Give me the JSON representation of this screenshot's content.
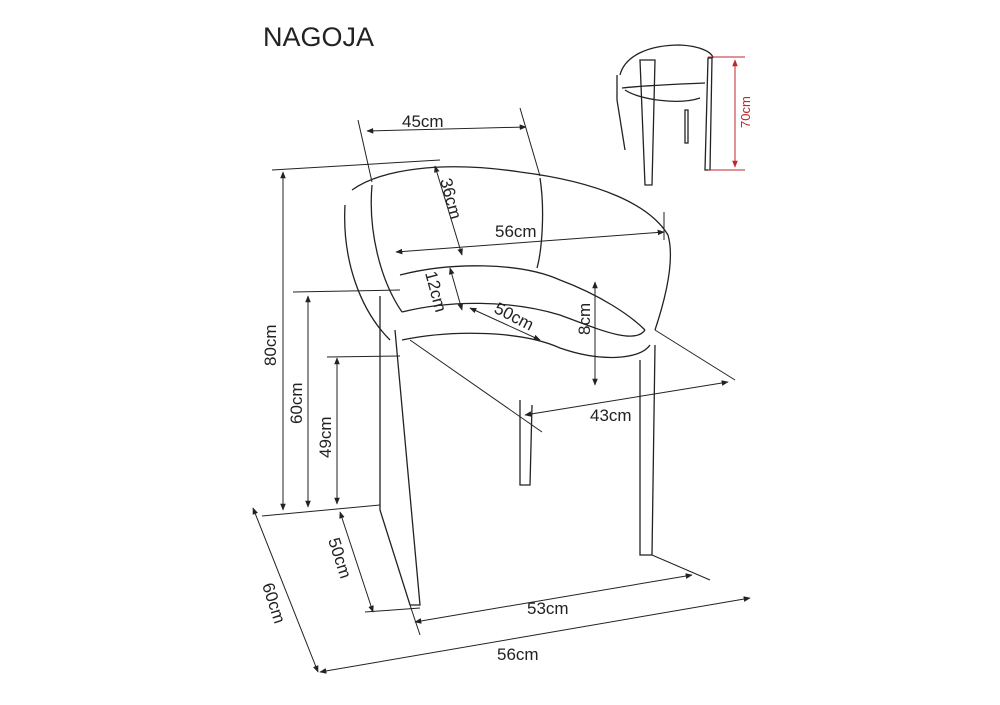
{
  "title": "NAGOJA",
  "dimensions": {
    "back_width": "45cm",
    "back_height": "36cm",
    "arm_width": "56cm",
    "backrest_gap": "12cm",
    "seat_depth": "50cm",
    "seat_thickness": "8cm",
    "seat_width": "43cm",
    "total_height": "80cm",
    "armrest_height": "60cm",
    "seat_height": "49cm",
    "leg_depth": "50cm",
    "leg_width": "53cm",
    "total_depth": "60cm",
    "total_width": "56cm",
    "back_view_height": "70cm"
  },
  "colors": {
    "line": "#222222",
    "accent": "#c0272d"
  }
}
